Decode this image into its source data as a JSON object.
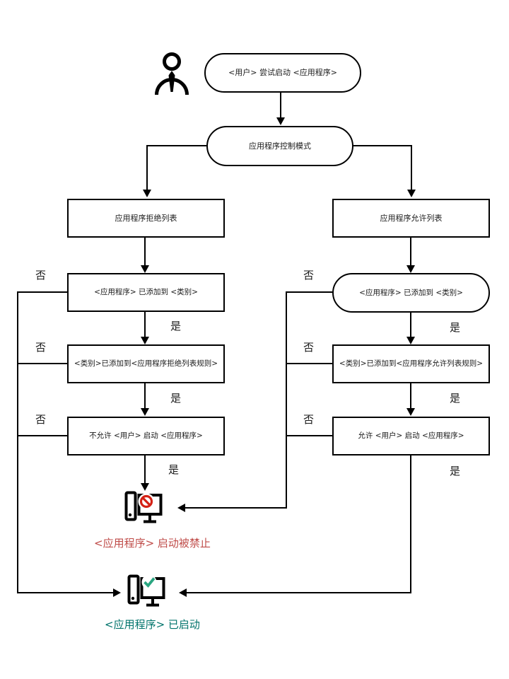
{
  "diagram": {
    "nodes": {
      "start": "<用户> 尝试启动 <应用程序>",
      "mode": "应用程序控制模式",
      "deny_list": "应用程序拒绝列表",
      "allow_list": "应用程序允许列表",
      "deny_category": "<应用程序> 已添加到 <类别>",
      "allow_category": "<应用程序> 已添加到 <类别>",
      "deny_rule": "<类别>已添加到<应用程序拒绝列表规则>",
      "allow_rule": "<类别>已添加到<应用程序允许列表规则>",
      "deny_action": "不允许 <用户> 启动 <应用程序>",
      "allow_action": "允许 <用户> 启动 <应用程序>"
    },
    "results": {
      "blocked": "<应用程序> 启动被禁止",
      "started": "<应用程序> 已启动"
    },
    "labels": {
      "yes": "是",
      "no": "否"
    },
    "colors": {
      "line": "#000000",
      "blocked_text": "#bf4b48",
      "started_text": "#00736b",
      "prohibition_badge": "#d42115",
      "check_badge": "#2aa681"
    },
    "icons": [
      "user-icon",
      "computer-blocked-icon",
      "computer-started-icon"
    ]
  }
}
